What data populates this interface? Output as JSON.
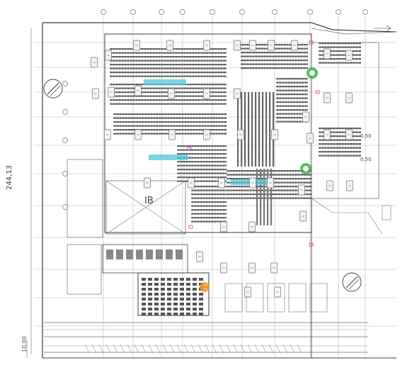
{
  "drawing": {
    "dimension_vertical": "244,13",
    "dimension_bottom_left": "10,00",
    "zone_label": "IB",
    "right_marks": [
      "0,50",
      "0,50"
    ]
  },
  "colors": {
    "line": "#6f6f6f",
    "light_line": "#b9b9b9",
    "dark_line": "#3d3d3d",
    "green_marker": "#36b24a",
    "cyan_hatch": "#4fc7d8",
    "orange_marker": "#f39a2b",
    "magenta_tag": "#d040c0",
    "camera_fill": "#f4f4f4"
  },
  "markers": {
    "green": [
      "green-circle-marker-1",
      "green-circle-marker-2"
    ],
    "orange": [
      "orange-circle-marker"
    ],
    "north": [
      "north-arrow-icon-left",
      "north-arrow-icon-right"
    ]
  }
}
